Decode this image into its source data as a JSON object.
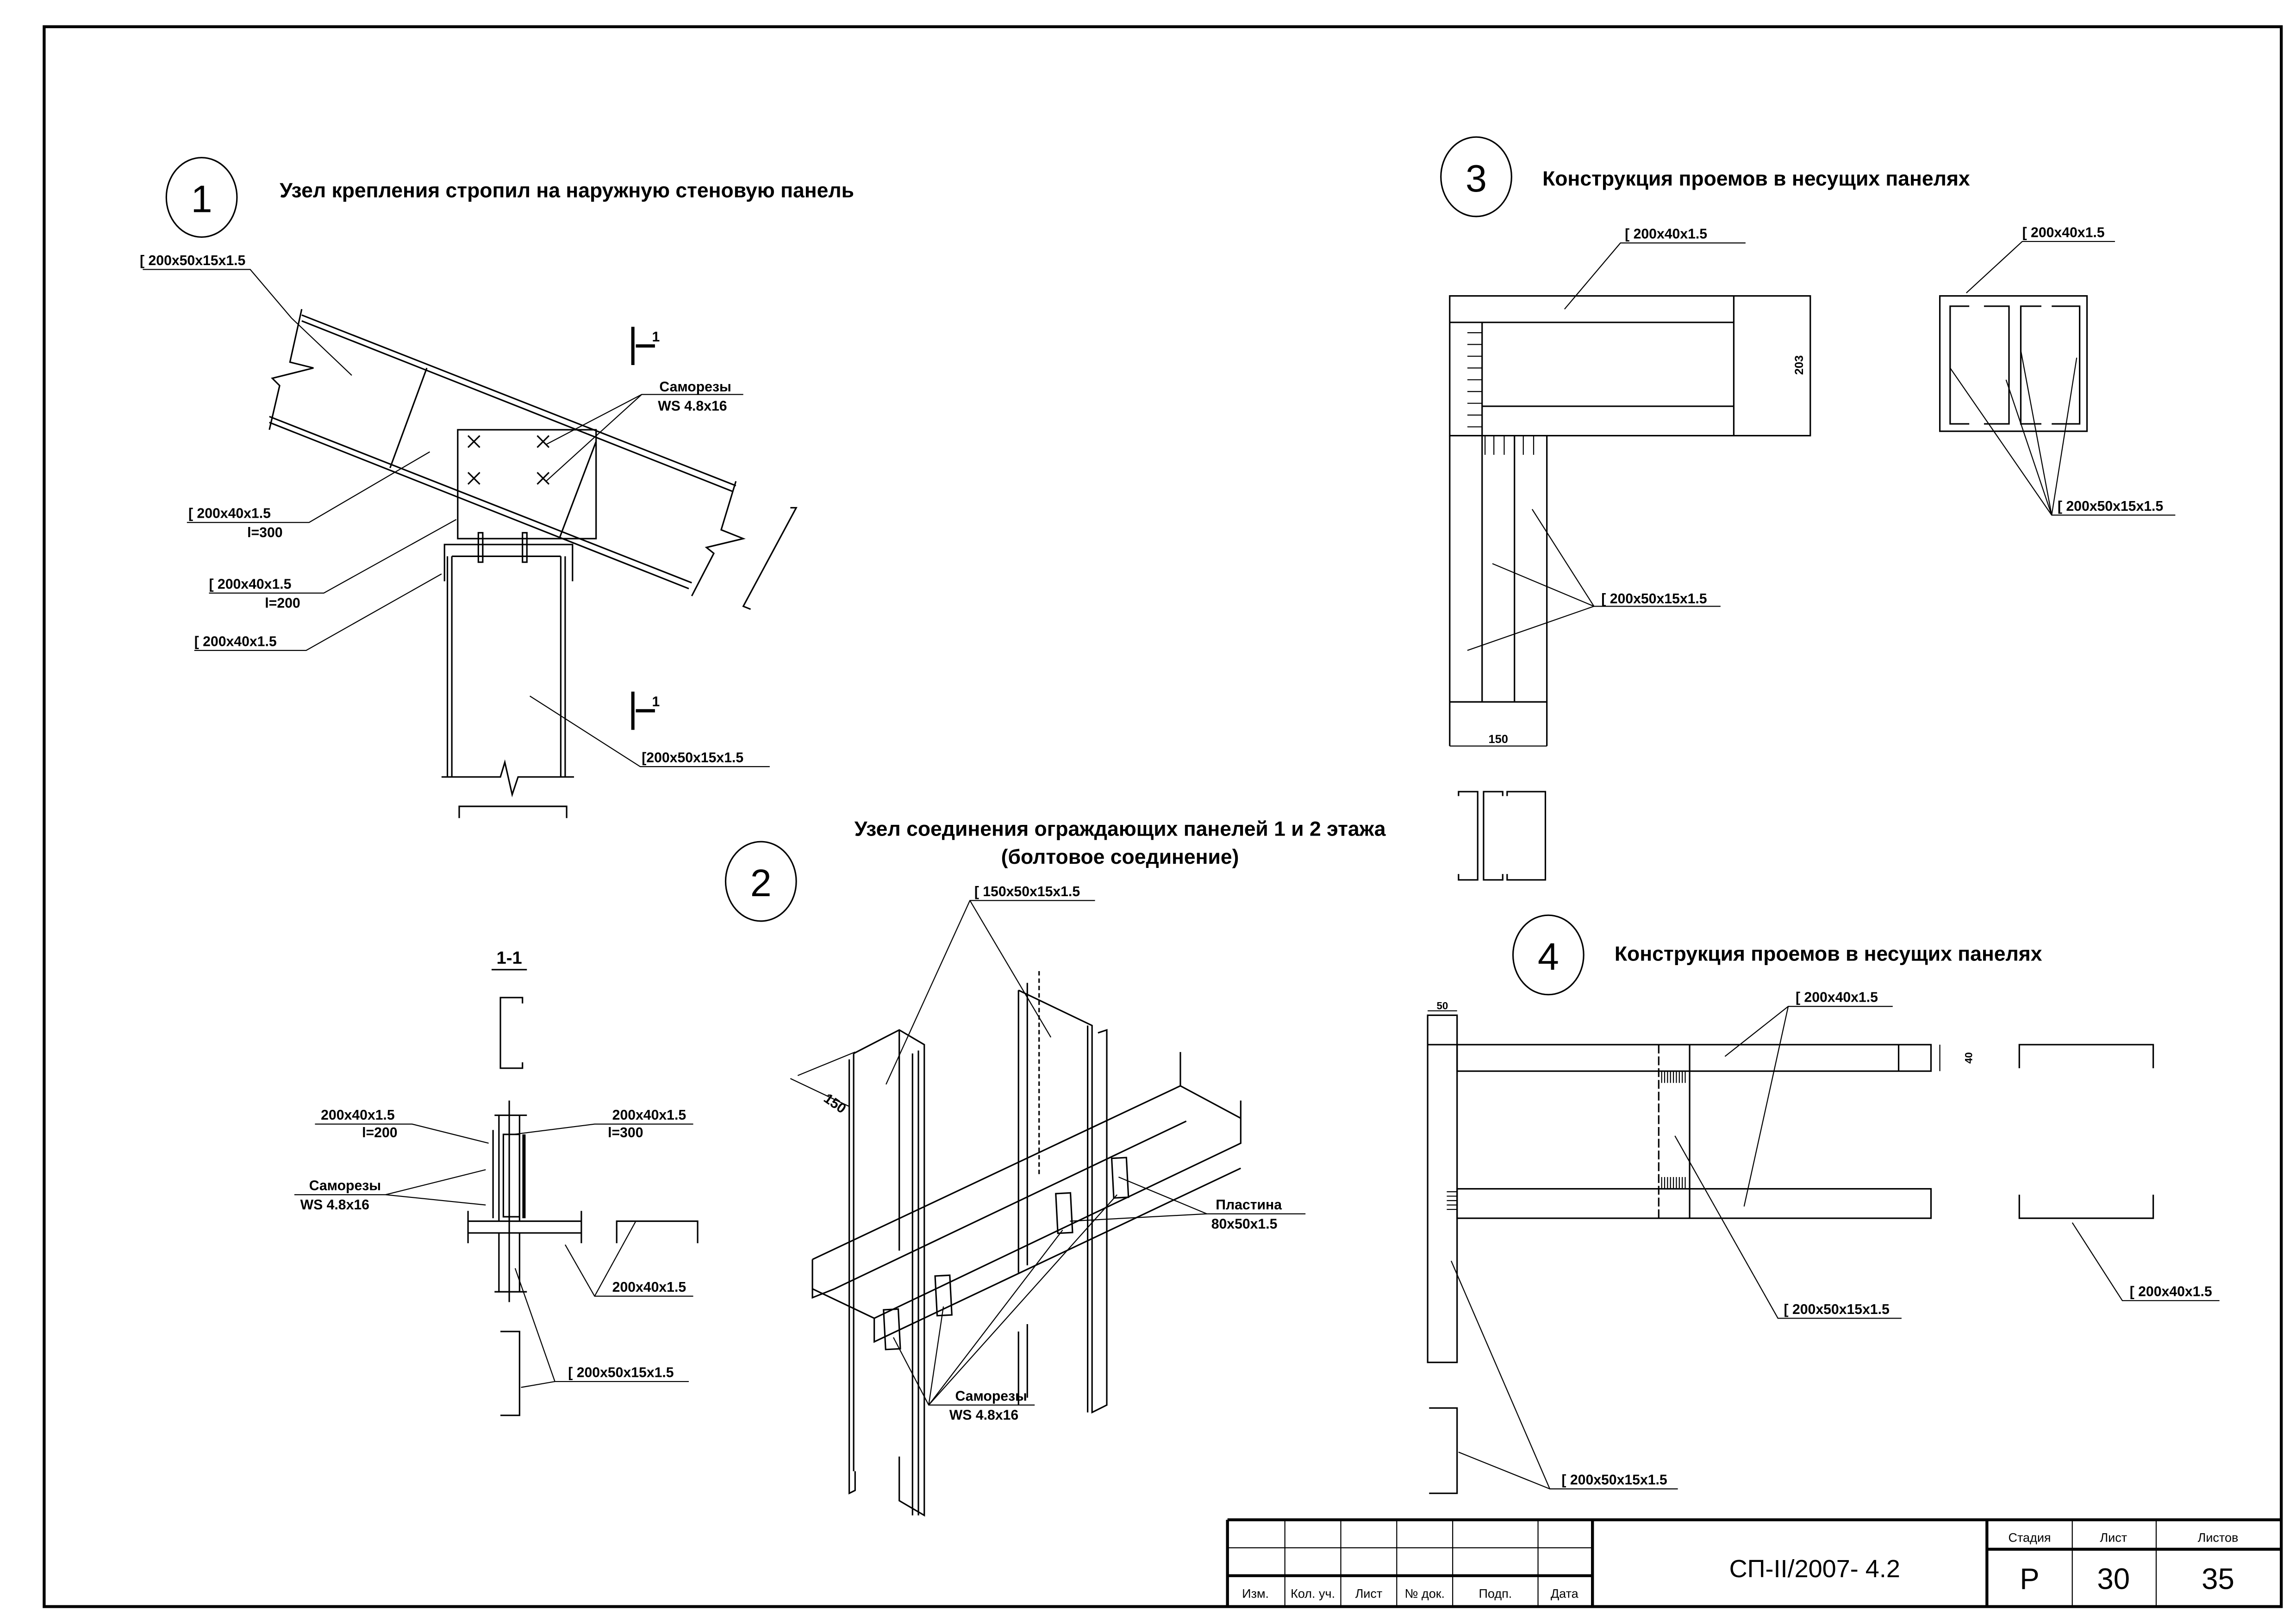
{
  "sheet": {
    "title_block": {
      "code": "СП-II/2007- 4.2",
      "col_headers": [
        "Изм.",
        "Кол. уч.",
        "Лист",
        "№ док.",
        "Подп.",
        "Дата"
      ],
      "stage_header": "Стадия",
      "sheet_header": "Лист",
      "sheets_header": "Листов",
      "stage": "Р",
      "sheet": "30",
      "sheets": "35"
    }
  },
  "details": {
    "d1": {
      "number": "1",
      "title": "Узел крепления стропил на наружную стеновую панель",
      "labels": {
        "rafter": "[ 200x50x15x1.5",
        "fasteners_1": "Саморезы",
        "fasteners_2": "WS  4.8x16",
        "plate300_1": "[ 200x40x1.5",
        "plate300_2": "l=300",
        "plate200_1": "[  200x40x1.5",
        "plate200_2": "l=200",
        "track": "[  200x40x1.5",
        "stud": "[200x50x15x1.5",
        "section_mark": "1"
      }
    },
    "section11": {
      "title": "1-1",
      "labels": {
        "left_plate_1": "200x40x1.5",
        "left_plate_2": "l=200",
        "right_plate_1": "200x40x1.5",
        "right_plate_2": "l=300",
        "fasteners_1": "Саморезы",
        "fasteners_2": "WS  4.8x16",
        "track": "200x40x1.5",
        "stud": "[ 200x50x15x1.5"
      }
    },
    "d2": {
      "number": "2",
      "title_line1": "Узел соединения ограждающих панелей 1 и 2 этажа",
      "title_line2": "(болтовое соединение)",
      "labels": {
        "stud": "[ 150x50x15x1.5",
        "dim": "150",
        "plate_1": "Пластина",
        "plate_2": "80x50x1.5",
        "fasteners_1": "Саморезы",
        "fasteners_2": "WS  4.8x16"
      }
    },
    "d3": {
      "number": "3",
      "title": "Конструкция проемов в несущих панелях",
      "labels": {
        "header": "[ 200x40x1.5",
        "header_section": "[ 200x40x1.5",
        "studs": "[ 200x50x15x1.5",
        "studs_section": "[ 200x50x15x1.5",
        "dim_height": "203",
        "dim_width": "150"
      }
    },
    "d4": {
      "number": "4",
      "title": "Конструкция проемов в несущих панелях",
      "labels": {
        "tracks": "[ 200x40x1.5",
        "stud_mid": "[ 200x50x15x1.5",
        "track_section": "[ 200x40x1.5",
        "stud_left": "[ 200x50x15x1.5",
        "dim_50": "50",
        "dim_40": "40"
      }
    }
  }
}
